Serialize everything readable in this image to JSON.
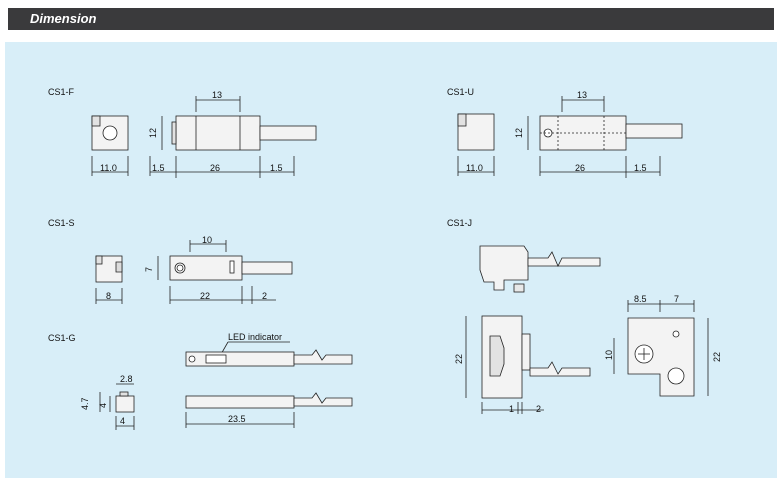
{
  "header": {
    "title": "Dimension"
  },
  "models": {
    "cs1f": {
      "label": "CS1-F",
      "dims": {
        "top": "13",
        "height": "12",
        "width_side": "11.0",
        "left_gap": "1.5",
        "length": "26",
        "right_gap": "1.5"
      }
    },
    "cs1u": {
      "label": "CS1-U",
      "dims": {
        "top": "13",
        "height": "12",
        "width_side": "11.0",
        "length": "26",
        "right_gap": "1.5"
      }
    },
    "cs1s": {
      "label": "CS1-S",
      "dims": {
        "top": "10",
        "height": "7",
        "width_side": "8",
        "length": "22",
        "right_gap": "2"
      }
    },
    "cs1g": {
      "label": "CS1-G",
      "led_label": "LED indicator",
      "dims": {
        "top": "2.8",
        "h1": "4.7",
        "h2": "4",
        "width_side": "4",
        "length": "23.5"
      }
    },
    "cs1j": {
      "label": "CS1-J",
      "dims": {
        "height": "22",
        "w1": "1",
        "w2": "2",
        "top1": "8.5",
        "top2": "7",
        "side_h": "10",
        "right_h": "22"
      }
    }
  }
}
